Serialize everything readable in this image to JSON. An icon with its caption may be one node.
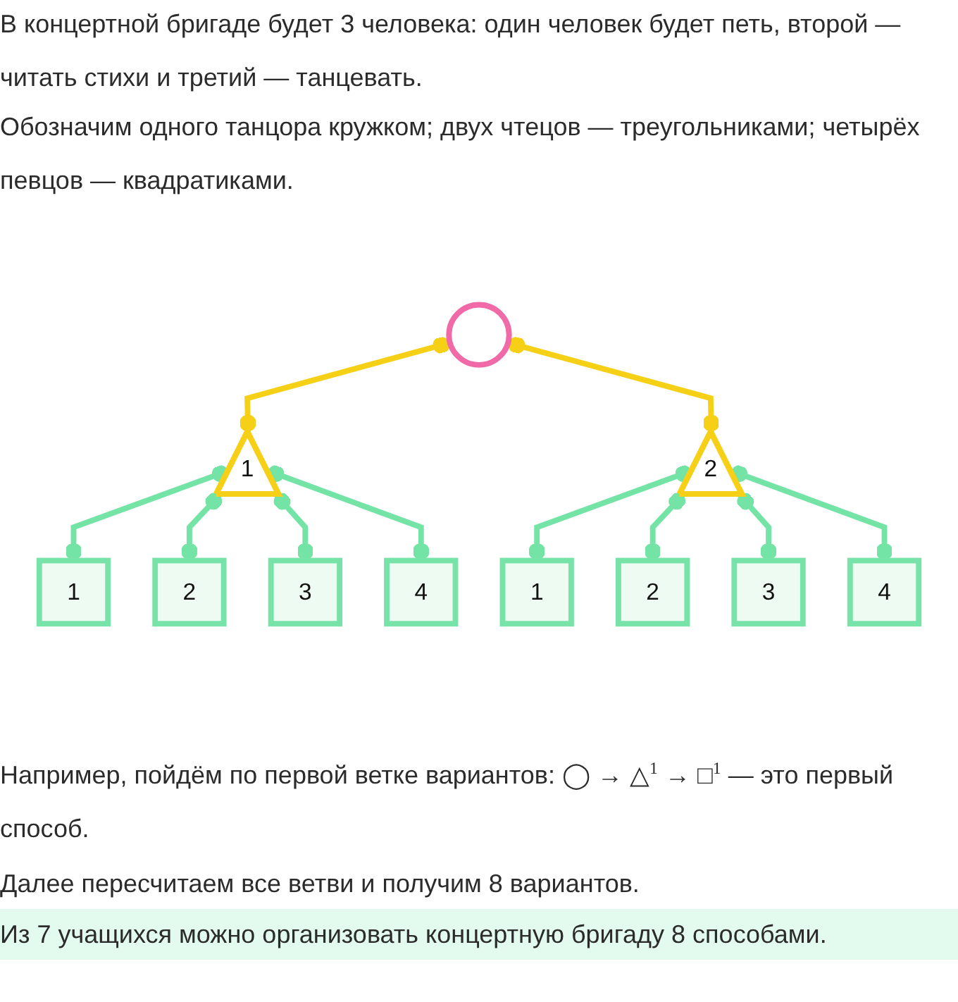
{
  "diagram": {
    "nodes": [
      {
        "text": [],
        "shape": "circle"
      },
      {
        "text": [
          "1"
        ]
      },
      {
        "text": [
          "2"
        ]
      },
      {
        "text": [
          "1"
        ]
      },
      {
        "text": [
          "2"
        ]
      },
      {
        "text": [
          "3"
        ]
      },
      {
        "text": [
          "4"
        ]
      },
      {
        "text": [
          "1"
        ]
      },
      {
        "text": [
          "2"
        ]
      },
      {
        "text": [
          "3"
        ]
      },
      {
        "text": [
          "4"
        ]
      }
    ],
    "edges": [
      {
        "from": 0,
        "to": 1,
        "arrow": "other",
        "color": "#f5d016"
      },
      {
        "from": 0,
        "to": 2,
        "arrow": "other",
        "color": "#f5d016"
      },
      {
        "from": 1,
        "to": 3,
        "arrow": "other"
      },
      {
        "from": 1,
        "to": 4,
        "arrow": "other"
      },
      {
        "from": 1,
        "to": 5,
        "arrow": "other"
      },
      {
        "from": 1,
        "to": 6,
        "arrow": "other"
      },
      {
        "from": 2,
        "to": 7,
        "arrow": "other"
      },
      {
        "from": 2,
        "to": 8,
        "arrow": "other"
      },
      {
        "from": 2,
        "to": 9,
        "arrow": "other"
      },
      {
        "from": 2,
        "to": 10,
        "arrow": "other"
      }
    ],
    "labels": [
      "В концертной бригаде будет 3 человека: один человек будет петь, второй — читать стихи и третий — танцевать.",
      "Обозначим одного танцора кружком; двух чтецов — треугольниками; четырёх певцов — квадратиками.",
      "Например, пойдём по первой ветке вариантов: ◯ → △$^{1}$ → □$^{1}$ — это первый способ.",
      "Далее пересчитаем все ветви и получим 8 вариантов.",
      "Из 7 учащихся можно организовать концертную бригаду 8 способами."
    ]
  }
}
